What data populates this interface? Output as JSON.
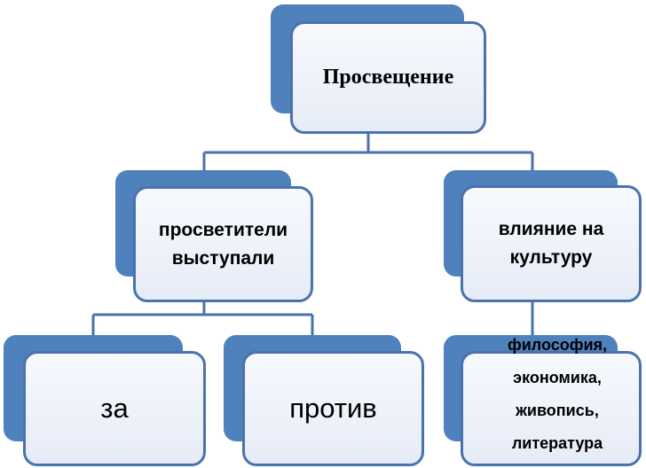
{
  "diagram": {
    "root": {
      "label": "Просвещение"
    },
    "left_branch": {
      "label_line1": "просветители",
      "label_line2": "выступали",
      "children": [
        {
          "label": "за"
        },
        {
          "label": "против"
        }
      ]
    },
    "right_branch": {
      "label_line1": "влияние на",
      "label_line2": "культуру",
      "child_items": [
        "философия,",
        "экономика,",
        "живопись,",
        "литература"
      ]
    },
    "colors": {
      "tile_back": "#4f81bd",
      "card_border": "#4a72ad",
      "connector": "#4a72ad"
    }
  }
}
